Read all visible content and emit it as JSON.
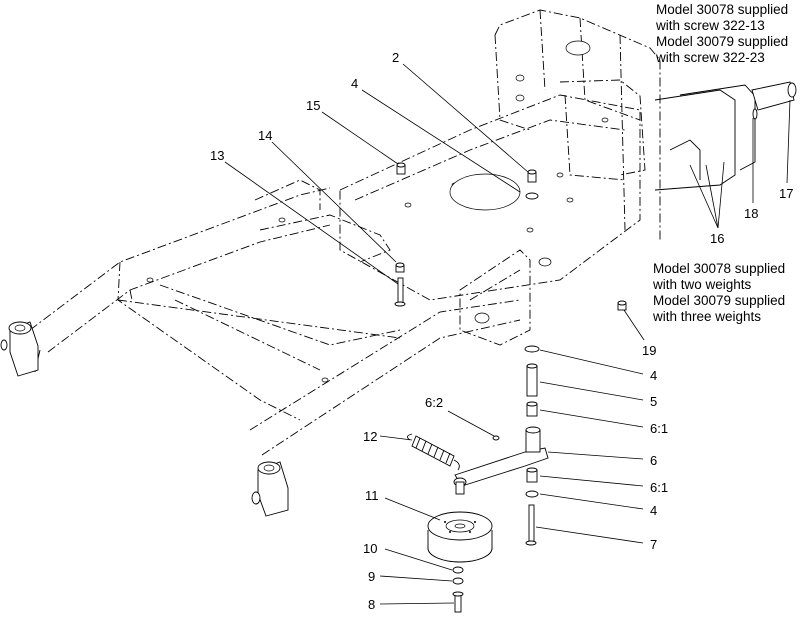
{
  "callouts": [
    {
      "id": "c2",
      "text": "2"
    },
    {
      "id": "c4a",
      "text": "4"
    },
    {
      "id": "c15",
      "text": "15"
    },
    {
      "id": "c14",
      "text": "14"
    },
    {
      "id": "c13",
      "text": "13"
    },
    {
      "id": "c16",
      "text": "16"
    },
    {
      "id": "c17",
      "text": "17"
    },
    {
      "id": "c18",
      "text": "18"
    },
    {
      "id": "c19",
      "text": "19"
    },
    {
      "id": "c4b",
      "text": "4"
    },
    {
      "id": "c5",
      "text": "5"
    },
    {
      "id": "c61a",
      "text": "6:1"
    },
    {
      "id": "c62",
      "text": "6:2"
    },
    {
      "id": "c12",
      "text": "12"
    },
    {
      "id": "c6",
      "text": "6"
    },
    {
      "id": "c61b",
      "text": "6:1"
    },
    {
      "id": "c11",
      "text": "11"
    },
    {
      "id": "c4c",
      "text": "4"
    },
    {
      "id": "c7",
      "text": "7"
    },
    {
      "id": "c10",
      "text": "10"
    },
    {
      "id": "c9",
      "text": "9"
    },
    {
      "id": "c8",
      "text": "8"
    }
  ],
  "notes": {
    "screw_note": [
      "Model 30078 supplied",
      "with screw 322-13",
      "Model 30079 supplied",
      "with screw 322-23"
    ],
    "weight_note": [
      "Model 30078 supplied",
      "with two weights",
      "Model 30079 supplied",
      "with three weights"
    ]
  }
}
